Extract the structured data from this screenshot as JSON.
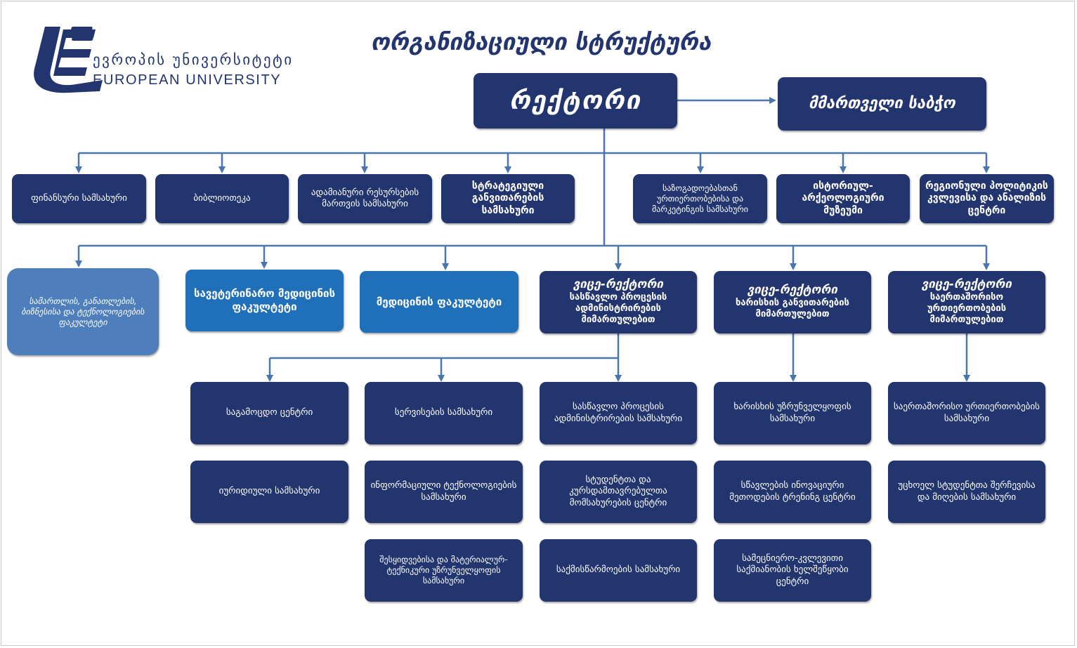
{
  "title": "ორგანიზაციული სტრუქტურა",
  "logo": {
    "line1": "ევროპის უნივერსიტეტი",
    "line2": "EUROPEAN UNIVERSITY"
  },
  "rector": "რექტორი",
  "board": "მმართველი საბჭო",
  "top_units": [
    "ფინანსური სამსახური",
    "ბიბლიოთეკა",
    "ადამიანური რესურსების მართვის  სამსახური",
    "სტრატეგიული განვითარების სამსახური",
    "საზოგადოებასთან ურთიერთობებისა და მარკეტინგის სამსახური",
    "ისტორიულ-არქეოლოგიური მუზეუმი",
    "რეგიონული პოლიტიკის კვლევისა და ანალიზის ცენტრი"
  ],
  "faculties": [
    "სამართლის, განათლების, ბიზნესისა და ტექნოლოგიების ფაკულტეტი",
    "სავეტერინარო მედიცინის ფაკულტეტი",
    "მედიცინის ფაკულტეტი"
  ],
  "vice_rectors": [
    {
      "heading": "ვიცე-რექტორი",
      "sub": "სასწავლო პროცესის ადმინისტრირების მიმართულებით"
    },
    {
      "heading": "ვიცე-რექტორი",
      "sub": "ხარისხის განვითარების მიმართულებით"
    },
    {
      "heading": "ვიცე-რექტორი",
      "sub": "საერთაშორისო ურთიერთობების მიმართულებით"
    }
  ],
  "col1": [
    "საგამოცდო ცენტრი",
    "იურიდიული სამსახური"
  ],
  "col2": [
    "სერვისების სამსახური",
    "ინფორმაციული ტექნოლოგიების სამსახური",
    "შესყიდვებისა და მატერიალურ-ტექნიკური უზრუნველყოფის სამსახური"
  ],
  "col3": [
    "სასწავლო პროცესის ადმინისტრირების სამსახური",
    "სტუდენტთა და კურსდამთავრებულთა მომსახურების ცენტრი",
    "საქმისწარმოების სამსახური"
  ],
  "col4": [
    "ხარისხის უზრუნველყოფის სამსახური",
    "სწავლების ინოვაციური მეთოდების ტრენინგ ცენტრი",
    "სამეცნიერო-კვლევითი საქმიანობის ხელშეწყობი ცენტრი"
  ],
  "col5": [
    "საერთაშორისო ურთიერთობების სამსახური",
    "უცხოელ სტუდენტთა შერჩევისა და მიღების სამსახური"
  ],
  "colors": {
    "navy": "#23356f",
    "blue": "#1f6fb9",
    "light_blue": "#4e7fbc",
    "connector": "#4a76b0"
  }
}
